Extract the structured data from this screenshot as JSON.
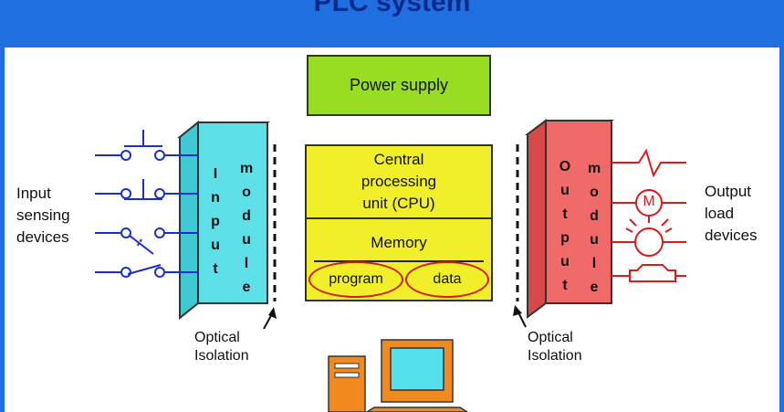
{
  "title": "PLC system",
  "diagram": {
    "power_supply": "Power supply",
    "cpu": [
      "Central",
      "processing",
      "unit (CPU)"
    ],
    "memory": "Memory",
    "program": "program",
    "data": "data",
    "input_module": [
      "I",
      "n",
      "p",
      "u",
      "t"
    ],
    "input_module_2": [
      "m",
      "o",
      "d",
      "u",
      "l",
      "e"
    ],
    "output_module": [
      "O",
      "u",
      "t",
      "p",
      "u",
      "t"
    ],
    "output_module_2": [
      "m",
      "o",
      "d",
      "u",
      "l",
      "e"
    ],
    "input_devices": [
      "Input",
      "sensing",
      "devices"
    ],
    "output_devices": [
      "Output",
      "load",
      "devices"
    ],
    "optical_isolation_left": [
      "Optical",
      "Isolation"
    ],
    "optical_isolation_right": [
      "Optical",
      "Isolation"
    ],
    "motor_symbol": "M"
  },
  "colors": {
    "frame": "#1f6fe0",
    "power": "#99dd22",
    "cpu": "#f1ef2a",
    "input_module": "#5ee0e8",
    "output_module": "#f06a6a",
    "wire_input": "#1a2fcf",
    "wire_output": "#e01818",
    "computer": "#f08a1e"
  }
}
